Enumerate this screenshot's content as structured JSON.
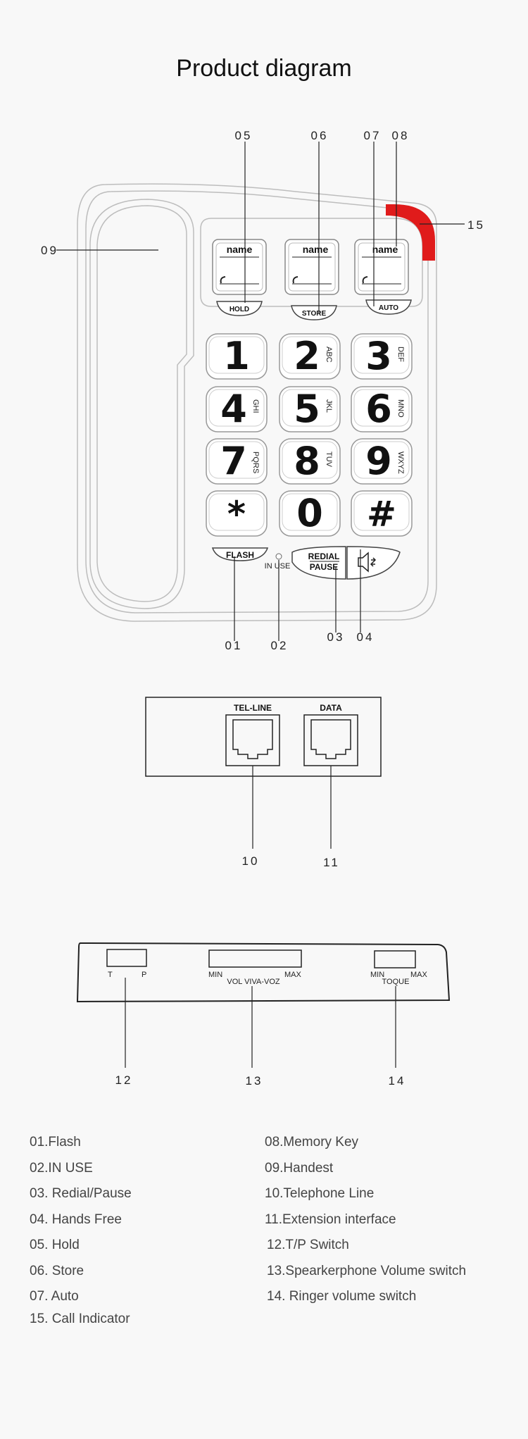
{
  "title": "Product diagram",
  "callouts": {
    "c01": "01",
    "c02": "02",
    "c03": "03",
    "c04": "04",
    "c05": "05",
    "c06": "06",
    "c07": "07",
    "c08": "08",
    "c09": "09",
    "c10": "10",
    "c11": "11",
    "c12": "12",
    "c13": "13",
    "c14": "14",
    "c15": "15"
  },
  "phone": {
    "memory_label": "name",
    "hold": "HOLD",
    "store": "STORE",
    "auto": "AUTO",
    "flash": "FLASH",
    "in_use": "IN USE",
    "redial": "REDIAL",
    "pause": "PAUSE",
    "keys": [
      {
        "digit": "1",
        "letters": ""
      },
      {
        "digit": "2",
        "letters": "ABC"
      },
      {
        "digit": "3",
        "letters": "DEF"
      },
      {
        "digit": "4",
        "letters": "GHI"
      },
      {
        "digit": "5",
        "letters": "JKL"
      },
      {
        "digit": "6",
        "letters": "MNO"
      },
      {
        "digit": "7",
        "letters": "PQRS"
      },
      {
        "digit": "8",
        "letters": "TUV"
      },
      {
        "digit": "9",
        "letters": "WXYZ"
      },
      {
        "digit": "*",
        "letters": ""
      },
      {
        "digit": "0",
        "letters": ""
      },
      {
        "digit": "#",
        "letters": ""
      }
    ]
  },
  "back_panel": {
    "tel_line": "TEL-LINE",
    "data": "DATA"
  },
  "side_panel": {
    "t": "T",
    "p": "P",
    "min1": "MIN",
    "max1": "MAX",
    "vol": "VOL VIVA-VOZ",
    "min2": "MIN",
    "max2": "MAX",
    "toque": "TOQUE"
  },
  "legend_left": [
    "01.Flash",
    "02.IN USE",
    "03. Redial/Pause",
    "04. Hands Free",
    "05. Hold",
    "06. Store",
    "07. Auto"
  ],
  "legend_left_extra": "15.  Call Indicator",
  "legend_right": [
    "08.Memory Key",
    "09.Handest",
    "10.Telephone Line",
    "11.Extension interface",
    "12.T/P Switch",
    "13.Spearkerphone Volume switch",
    "14. Ringer volume switch"
  ],
  "colors": {
    "indicator": "#e01b1b",
    "line": "#222222",
    "outline": "#bdbdbd"
  }
}
